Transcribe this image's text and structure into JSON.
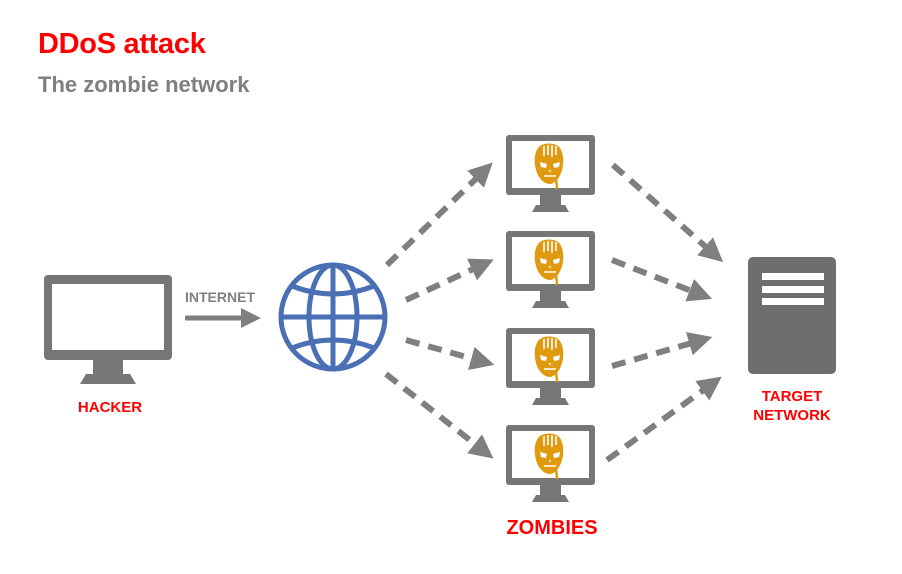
{
  "header": {
    "title": "DDoS attack",
    "subtitle": "The zombie network"
  },
  "nodes": {
    "hacker": {
      "label": "HACKER",
      "icon": "monitor-icon"
    },
    "internet": {
      "label": "INTERNET",
      "icon": "globe-icon"
    },
    "zombies": {
      "label": "ZOMBIES",
      "count": 4,
      "icon": "zombie-monitor-icon"
    },
    "target": {
      "label_line1": "TARGET",
      "label_line2": "NETWORK",
      "icon": "server-icon"
    }
  },
  "edges": [
    {
      "from": "hacker",
      "to": "internet",
      "style": "solid"
    },
    {
      "from": "internet",
      "to": "zombie-1",
      "style": "dashed"
    },
    {
      "from": "internet",
      "to": "zombie-2",
      "style": "dashed"
    },
    {
      "from": "internet",
      "to": "zombie-3",
      "style": "dashed"
    },
    {
      "from": "internet",
      "to": "zombie-4",
      "style": "dashed"
    },
    {
      "from": "zombie-1",
      "to": "target",
      "style": "dashed"
    },
    {
      "from": "zombie-2",
      "to": "target",
      "style": "dashed"
    },
    {
      "from": "zombie-3",
      "to": "target",
      "style": "dashed"
    },
    {
      "from": "zombie-4",
      "to": "target",
      "style": "dashed"
    }
  ],
  "colors": {
    "accent_red": "#ff0000",
    "gray": "#7f7f7f",
    "icon_gray": "#767676",
    "globe_blue": "#4a6fb5",
    "zombie_orange": "#e09a10"
  }
}
